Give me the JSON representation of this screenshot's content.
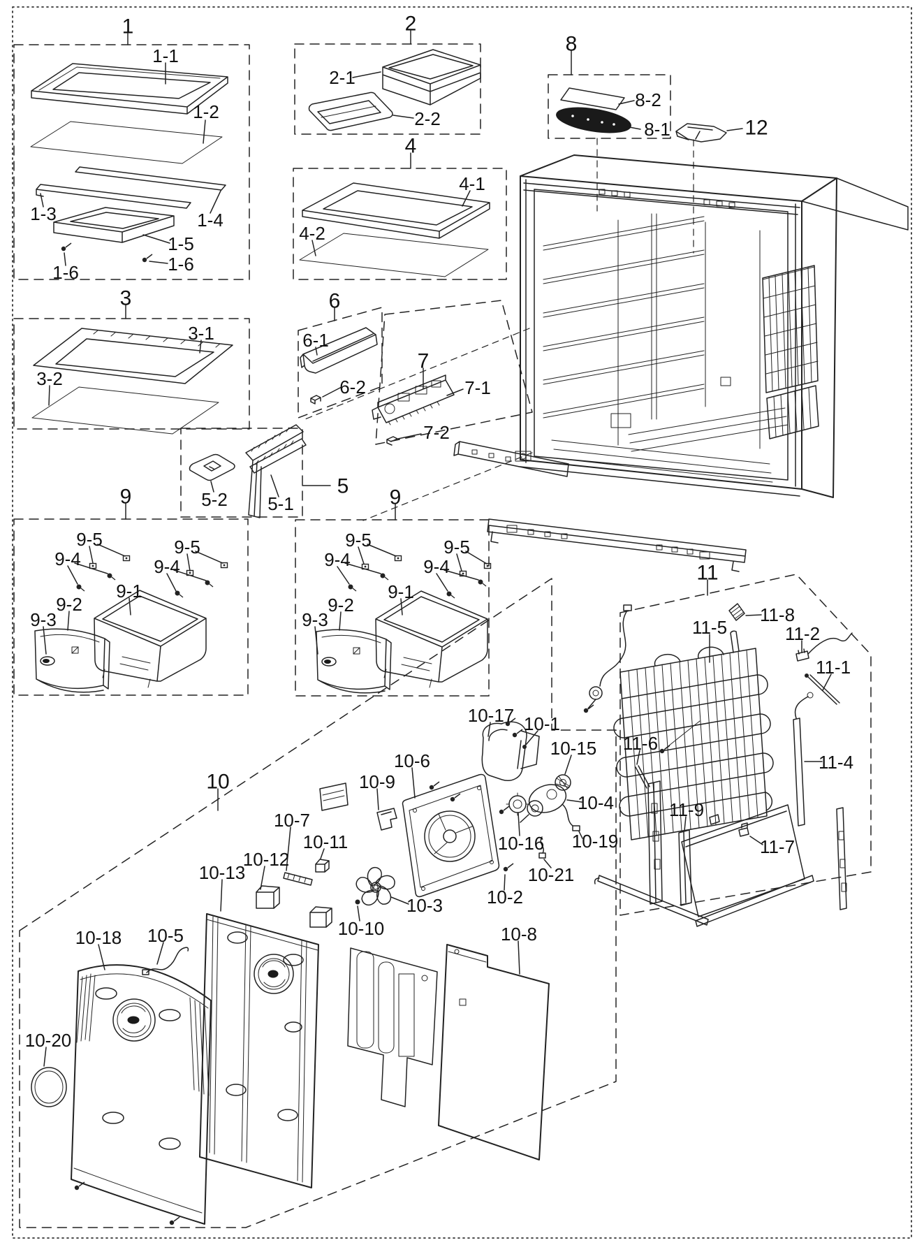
{
  "labels": {
    "g1": "1",
    "p1_1": "1-1",
    "p1_2": "1-2",
    "p1_3": "1-3",
    "p1_4": "1-4",
    "p1_5": "1-5",
    "p1_6": "1-6",
    "g2": "2",
    "p2_1": "2-1",
    "p2_2": "2-2",
    "g3": "3",
    "p3_1": "3-1",
    "p3_2": "3-2",
    "g4": "4",
    "p4_1": "4-1",
    "p4_2": "4-2",
    "g5": "5",
    "p5_1": "5-1",
    "p5_2": "5-2",
    "g6": "6",
    "p6_1": "6-1",
    "p6_2": "6-2",
    "g7": "7",
    "p7_1": "7-1",
    "p7_2": "7-2",
    "g8": "8",
    "p8_1": "8-1",
    "p8_2": "8-2",
    "g9": "9",
    "p9_1": "9-1",
    "p9_2": "9-2",
    "p9_3": "9-3",
    "p9_4": "9-4",
    "p9_5": "9-5",
    "g10": "10",
    "p10_1": "10-1",
    "p10_2": "10-2",
    "p10_3": "10-3",
    "p10_4": "10-4",
    "p10_5": "10-5",
    "p10_6": "10-6",
    "p10_7": "10-7",
    "p10_8": "10-8",
    "p10_9": "10-9",
    "p10_10": "10-10",
    "p10_11": "10-11",
    "p10_12": "10-12",
    "p10_13": "10-13",
    "p10_15": "10-15",
    "p10_16": "10-16",
    "p10_17": "10-17",
    "p10_18": "10-18",
    "p10_19": "10-19",
    "p10_20": "10-20",
    "p10_21": "10-21",
    "g11": "11",
    "p11_1": "11-1",
    "p11_2": "11-2",
    "p11_4": "11-4",
    "p11_5": "11-5",
    "p11_6": "11-6",
    "p11_7": "11-7",
    "p11_8": "11-8",
    "p11_9": "11-9",
    "g12": "12"
  },
  "part_numbers": [
    "1",
    "1-1",
    "1-2",
    "1-3",
    "1-4",
    "1-5",
    "1-6",
    "2",
    "2-1",
    "2-2",
    "3",
    "3-1",
    "3-2",
    "4",
    "4-1",
    "4-2",
    "5",
    "5-1",
    "5-2",
    "6",
    "6-1",
    "6-2",
    "7",
    "7-1",
    "7-2",
    "8",
    "8-1",
    "8-2",
    "9",
    "9-1",
    "9-2",
    "9-3",
    "9-4",
    "9-5",
    "10",
    "10-1",
    "10-2",
    "10-3",
    "10-4",
    "10-5",
    "10-6",
    "10-7",
    "10-8",
    "10-9",
    "10-10",
    "10-11",
    "10-12",
    "10-13",
    "10-15",
    "10-16",
    "10-17",
    "10-18",
    "10-19",
    "10-20",
    "10-21",
    "11",
    "11-1",
    "11-2",
    "11-4",
    "11-5",
    "11-6",
    "11-7",
    "11-8",
    "11-9",
    "12"
  ]
}
